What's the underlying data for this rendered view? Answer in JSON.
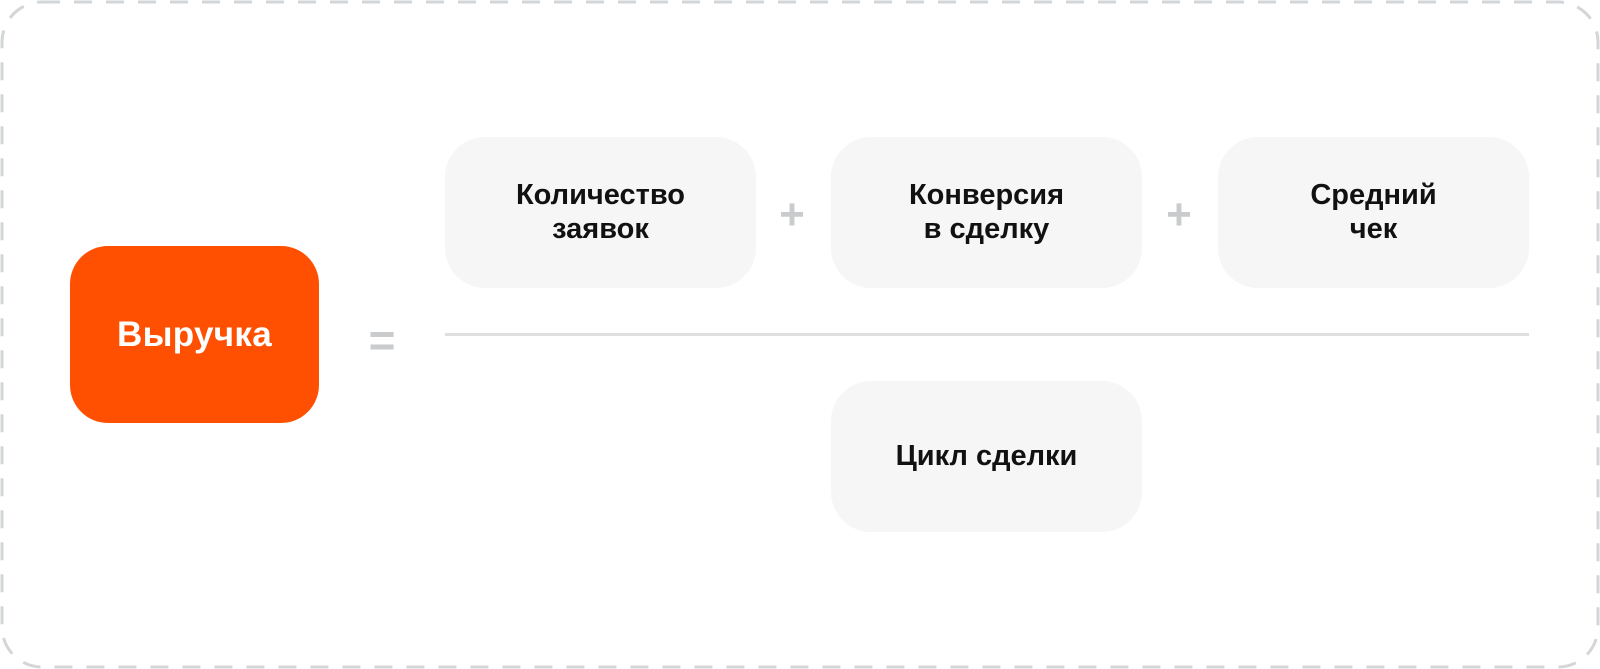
{
  "formula": {
    "result_label": "Выручка",
    "equals_sign": "=",
    "numerator": [
      {
        "label": "Количество\nзаявок"
      },
      {
        "label": "Конверсия\nв сделку"
      },
      {
        "label": "Средний\nчек"
      }
    ],
    "operators": [
      "+",
      "+"
    ],
    "denominator_label": "Цикл сделки"
  },
  "colors": {
    "accent": "#ff4f00",
    "box_background": "#f6f6f6",
    "operator": "#c9cbcd",
    "divider": "#dddfe0",
    "frame_dash": "#d3d6d9"
  }
}
